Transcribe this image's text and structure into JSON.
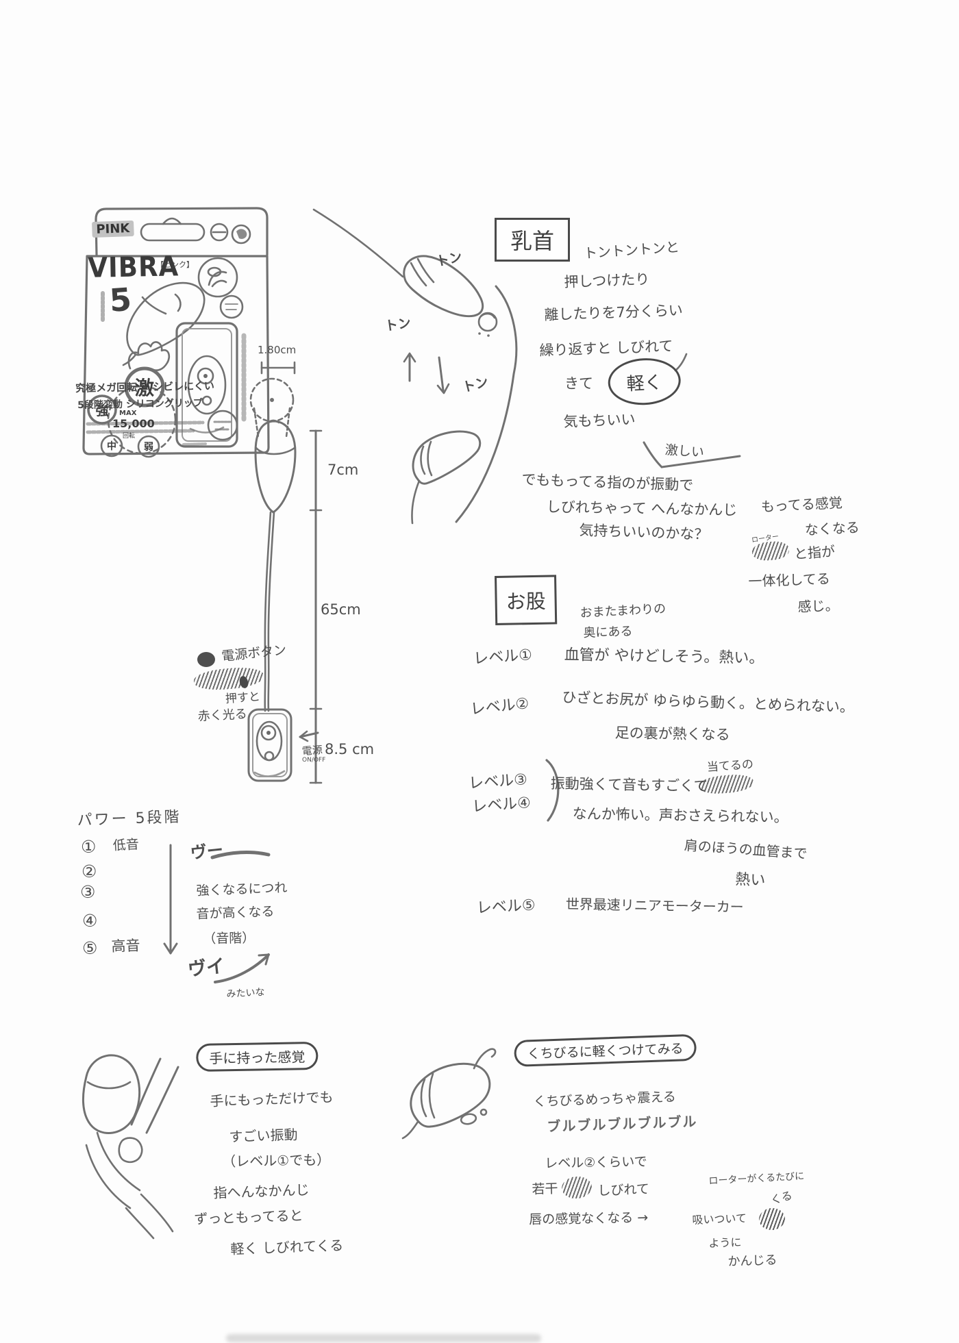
{
  "package": {
    "brand": "PINK",
    "product_name": "VIBRA",
    "product_ruby": "【ピンク】",
    "model": "5",
    "badge_geki": "激",
    "badge_kyo": "強",
    "badge_chu": "中",
    "badge_jaku": "弱",
    "max_label": "MAX",
    "max_value": "15,000",
    "max_unit": "回転",
    "bottom_line1": "究極メガ回転 ✕ シビレにくい",
    "bottom_line2": "5段階変動 シリコングリップ"
  },
  "diagram": {
    "width_label": "1.80cm",
    "head_label": "7cm",
    "cord_label": "65cm",
    "controller_label": "8.5 cm",
    "power_label": "電源",
    "power_sub": "ON/OFF",
    "power_note_title": "電源ボタン",
    "power_note_press": "押すと",
    "power_note_glow": "赤く光る"
  },
  "nipple": {
    "title": "乳首",
    "ton": "トン",
    "line1": "トントントンと",
    "line2": "押しつけたり",
    "line3": "離したりを7分くらい",
    "line4": "繰り返すと しびれて",
    "line5": "きて",
    "bubble": "軽く",
    "line6": "気もちいい",
    "annotation": "激しい",
    "line7": "でももってる指のが振動で",
    "line8": "しびれちゃって へんなかんじ",
    "line9": "気持ちいいのかな？",
    "side1": "もってる感覚",
    "side2": "なくなる",
    "side_rotor": "ローター",
    "side3": "と指が",
    "side4": "一体化してる",
    "side5": "感じ。"
  },
  "crotch": {
    "title": "お股",
    "intro1": "おまたまわりの",
    "intro2": "奥にある",
    "lv1_label": "レベル①",
    "lv1_text": "血管が やけどしそう。熱い。",
    "lv2_label": "レベル②",
    "lv2_text": "ひざとお尻が ゆらゆら動く。とめられない。",
    "lv2_text2": "足の裏が熱くなる",
    "lv3_label": "レベル③",
    "lv4_label": "レベル④",
    "lv34_text": "振動強くて音もすごくて",
    "lv34_annotation": "当てるの",
    "lv34_text2": "なんか怖い。声おさえられない。",
    "lv34_text3": "肩のほうの血管まで",
    "lv34_text4": "熱い",
    "lv5_label": "レベル⑤",
    "lv5_text": "世界最速リニアモーターカー"
  },
  "power": {
    "title": "パワー 5段階",
    "n1": "①",
    "n2": "②",
    "n3": "③",
    "n4": "④",
    "n5": "⑤",
    "low": "低音",
    "high": "高音",
    "sfx_low": "ヴー",
    "note1": "強くなるにつれ",
    "note2": "音が高くなる",
    "note3": "（音階）",
    "sfx_high": "ヴイ",
    "sfx_note": "みたいな"
  },
  "hand": {
    "title": "手に持った感覚",
    "line1": "手にもっただけでも",
    "line2": "すごい振動",
    "line3": "（レベル①でも）",
    "line4": "指へんなかんじ",
    "line5": "ずっともってると",
    "line6": "軽く しびれてくる"
  },
  "lips": {
    "title": "くちびるに軽くつけてみる",
    "line1": "くちびるめっちゃ震える",
    "line2": "ブルブルブルブルブル",
    "line3": "レベル②くらいで",
    "line4a": "若干",
    "line4b": "しびれて",
    "line5": "唇の感覚なくなる →",
    "side1": "ローターがくるたびに",
    "side2": "吸いついて",
    "side2b": "くる",
    "side3": "ように",
    "side4": "かんじる"
  }
}
